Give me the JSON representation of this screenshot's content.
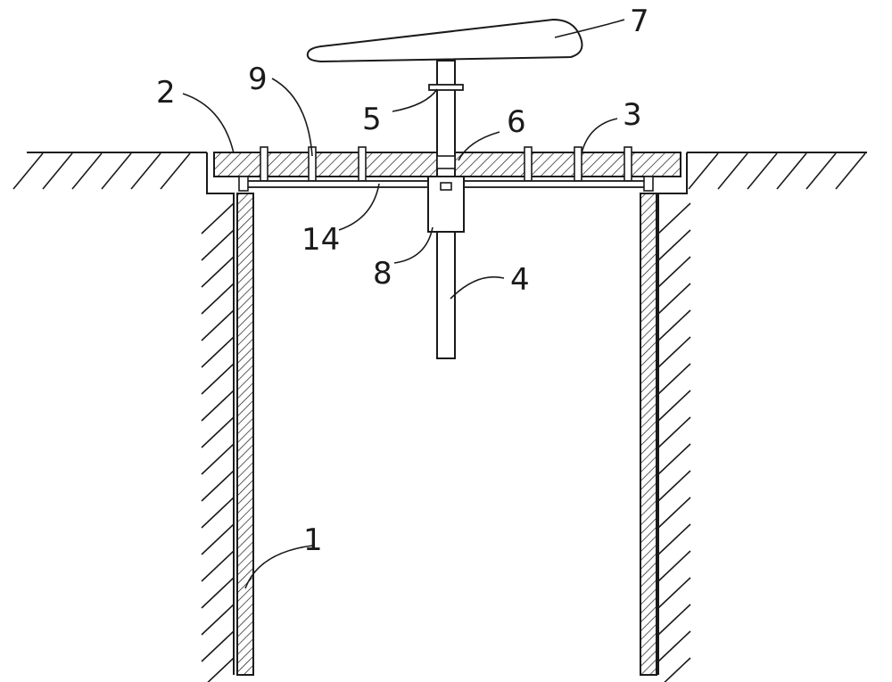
{
  "diagram": {
    "colors": {
      "line": "#1a1a1a",
      "background": "#ffffff"
    },
    "callouts": [
      {
        "id": "label-1",
        "text": "1"
      },
      {
        "id": "label-2",
        "text": "2"
      },
      {
        "id": "label-3",
        "text": "3"
      },
      {
        "id": "label-4",
        "text": "4"
      },
      {
        "id": "label-5",
        "text": "5"
      },
      {
        "id": "label-6",
        "text": "6"
      },
      {
        "id": "label-7",
        "text": "7"
      },
      {
        "id": "label-8",
        "text": "8"
      },
      {
        "id": "label-9",
        "text": "9"
      },
      {
        "id": "label-14",
        "text": "14"
      }
    ]
  }
}
